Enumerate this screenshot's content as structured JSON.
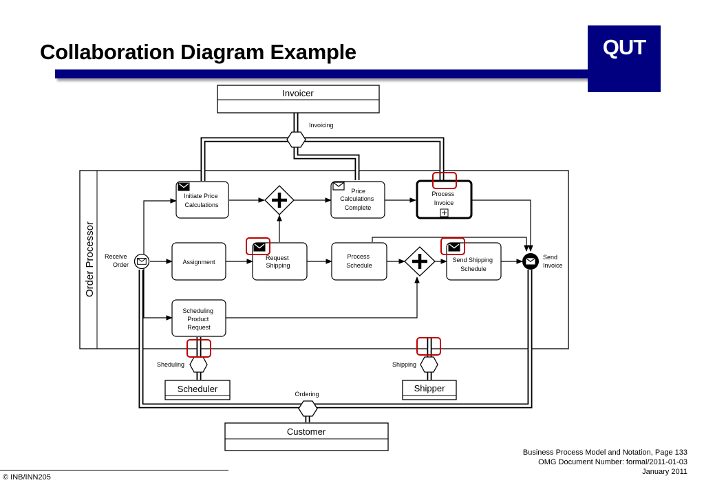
{
  "slide": {
    "title": "Collaboration Diagram Example",
    "logo_text": "QUT",
    "reference_lines": [
      "Business Process Model and Notation, Page 133",
      "OMG Document Number: formal/2011-01-03",
      "January 2011"
    ],
    "copyright": "© INB/INN205",
    "colors": {
      "navy": "#000080",
      "highlight": "#c00000"
    }
  },
  "diagram": {
    "pools": {
      "invoicer": "Invoicer",
      "order_processor": "Order Processor",
      "scheduler": "Scheduler",
      "shipper": "Shipper",
      "customer": "Customer"
    },
    "conversations": {
      "invoicing": "Invoicing",
      "ordering": "Ordering",
      "scheduling": "Sheduling",
      "shipping": "Shipping"
    },
    "events": {
      "receive_order": [
        "Receive",
        "Order"
      ],
      "send_invoice": [
        "Send",
        "Invoice"
      ]
    },
    "tasks": {
      "initiate_price": [
        "Initiate Price",
        "Calculations"
      ],
      "price_complete": [
        "Price",
        "Calculations",
        "Complete"
      ],
      "process_invoice": [
        "Process",
        "Invoice"
      ],
      "assignment": [
        "Assignment"
      ],
      "request_shipping": [
        "Request",
        "Shipping"
      ],
      "process_schedule": [
        "Process",
        "Schedule"
      ],
      "send_shipping": [
        "Send Shipping",
        "Schedule"
      ],
      "scheduling_request": [
        "Scheduling",
        "Product",
        "Request"
      ]
    }
  }
}
